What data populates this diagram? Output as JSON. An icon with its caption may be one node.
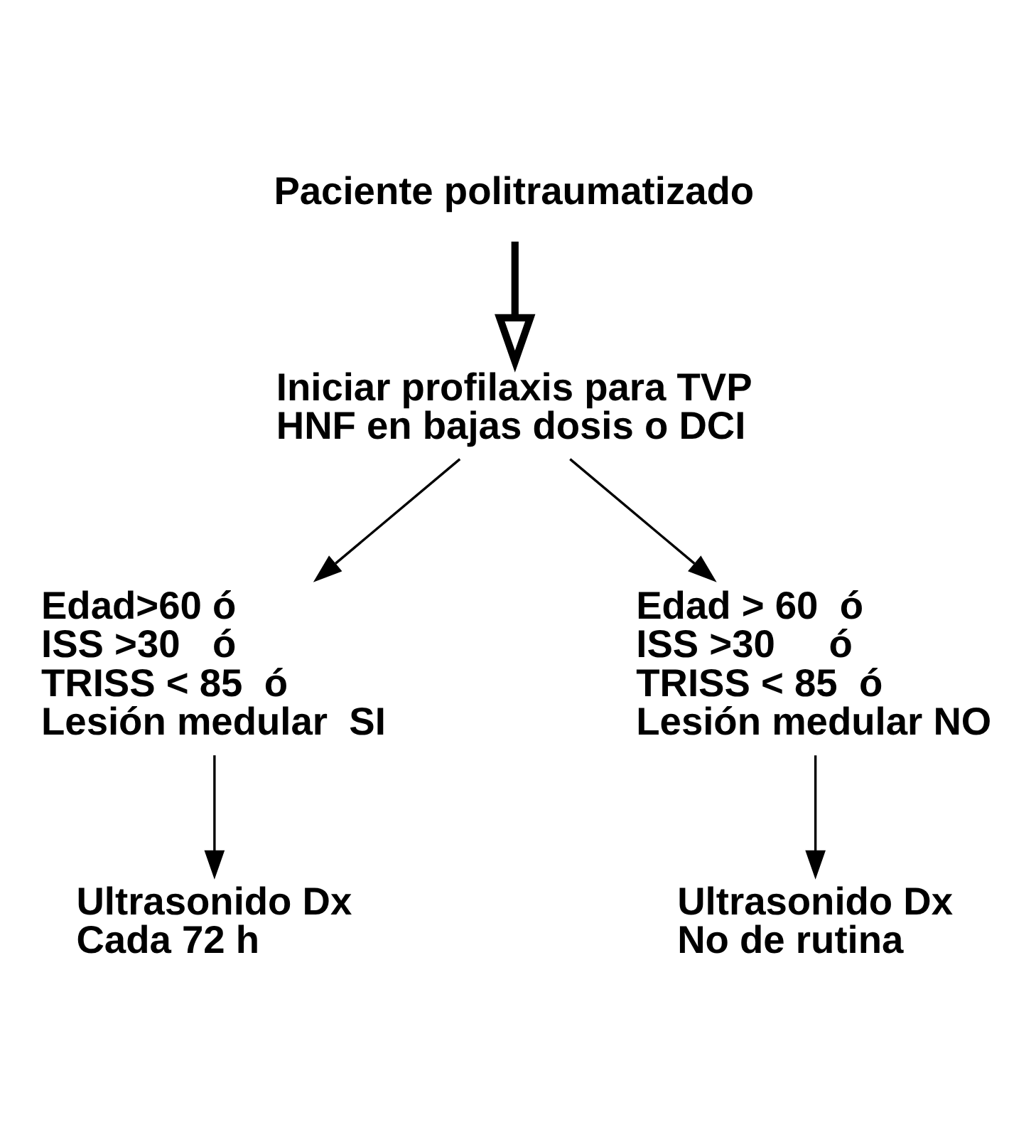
{
  "diagram": {
    "nodes": [
      {
        "text": [
          "Paciente politraumatizado"
        ]
      },
      {
        "text": [
          "Iniciar profilaxis para TVP",
          "HNF en bajas dosis o DCI"
        ]
      },
      {
        "text": [
          "Edad>60 ó",
          "ISS >30   ó",
          "TRISS < 85  ó",
          "Lesión medular  SI"
        ]
      },
      {
        "text": [
          "Edad > 60  ó",
          "ISS >30     ó",
          "TRISS < 85  ó",
          "Lesión medular NO"
        ]
      },
      {
        "text": [
          "Ultrasonido Dx",
          "Cada 72 h"
        ]
      },
      {
        "text": [
          "Ultrasonido Dx",
          "No de rutina"
        ]
      }
    ],
    "edges": [
      {
        "from": 0,
        "to": 1,
        "arrow": "to",
        "style": "thick"
      },
      {
        "from": 1,
        "to": 2,
        "arrow": "to"
      },
      {
        "from": 1,
        "to": 3,
        "arrow": "to"
      },
      {
        "from": 2,
        "to": 4,
        "arrow": "to"
      },
      {
        "from": 3,
        "to": 5,
        "arrow": "to"
      }
    ]
  }
}
